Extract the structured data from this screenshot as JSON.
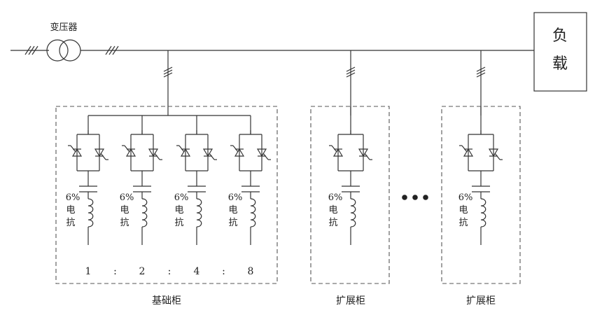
{
  "transformer": {
    "label": "变压器"
  },
  "load": {
    "char1": "负",
    "char2": "载"
  },
  "base_cabinet": {
    "label": "基础柜",
    "branches": [
      {
        "reactor_pct": "6%",
        "reactor_c1": "电",
        "reactor_c2": "抗",
        "ratio": "1"
      },
      {
        "reactor_pct": "6%",
        "reactor_c1": "电",
        "reactor_c2": "抗",
        "ratio": "2"
      },
      {
        "reactor_pct": "6%",
        "reactor_c1": "电",
        "reactor_c2": "抗",
        "ratio": "4"
      },
      {
        "reactor_pct": "6%",
        "reactor_c1": "电",
        "reactor_c2": "抗",
        "ratio": "8"
      }
    ],
    "ratio_sep": ":"
  },
  "expansion_cabinets": [
    {
      "label": "扩展柜",
      "reactor_pct": "6%",
      "reactor_c1": "电",
      "reactor_c2": "抗"
    },
    {
      "label": "扩展柜",
      "reactor_pct": "6%",
      "reactor_c1": "电",
      "reactor_c2": "抗"
    }
  ],
  "colors": {
    "line": "#333333",
    "dash": "#555555",
    "text": "#222222"
  }
}
